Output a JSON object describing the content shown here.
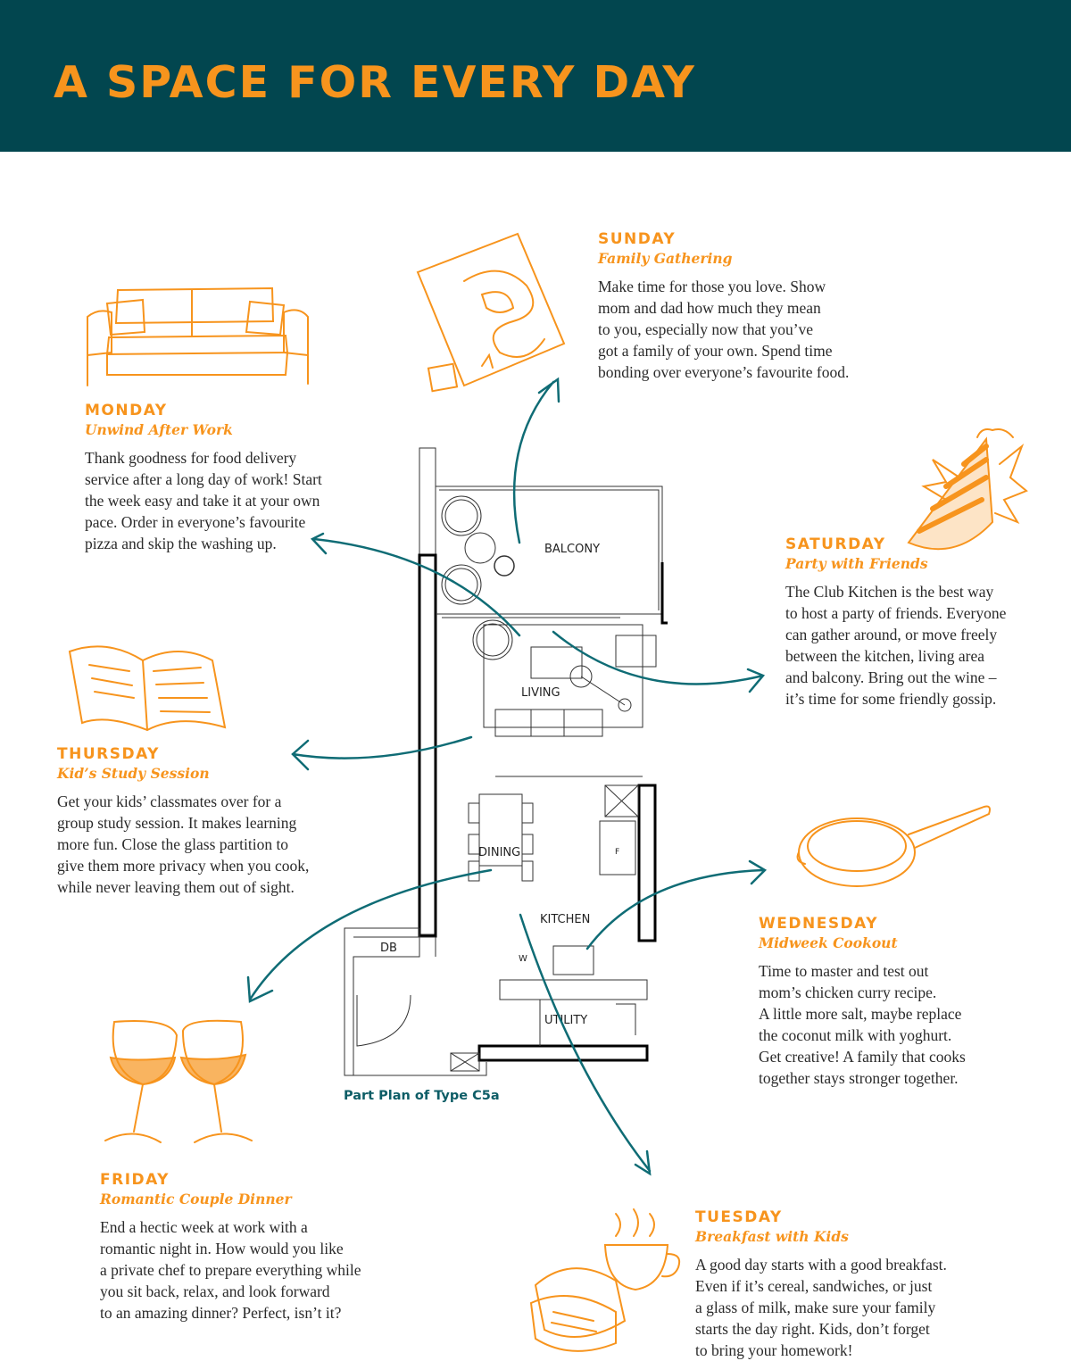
{
  "header": {
    "title": "A SPACE FOR EVERY DAY"
  },
  "colors": {
    "header_bg": "#02464f",
    "accent": "#f7941d",
    "arrow": "#0f6c75"
  },
  "days": [
    {
      "key": "sunday",
      "name": "SUNDAY",
      "subtitle": "Family Gathering",
      "icon": "board-game-icon",
      "lines": [
        "Make time for those you love. Show",
        "mom and dad how much they mean",
        "to you, especially now that you’ve",
        "got a family of your own. Spend time",
        "bonding over everyone’s favourite food."
      ]
    },
    {
      "key": "monday",
      "name": "MONDAY",
      "subtitle": "Unwind After Work",
      "icon": "sofa-icon",
      "lines": [
        "Thank goodness for food delivery",
        "service after a long day of work! Start",
        "the week easy and take it at your own",
        "pace. Order in everyone’s favourite",
        "pizza and skip the washing up."
      ]
    },
    {
      "key": "saturday",
      "name": "SATURDAY",
      "subtitle": "Party with Friends",
      "icon": "party-hat-icon",
      "lines": [
        "The Club Kitchen is the best way",
        "to host a party of friends. Everyone",
        "can gather around, or move freely",
        "between the kitchen, living area",
        "and balcony. Bring out the wine –",
        "it’s time for some friendly gossip."
      ]
    },
    {
      "key": "thursday",
      "name": "THURSDAY",
      "subtitle": "Kid’s Study Session",
      "icon": "open-book-icon",
      "lines": [
        "Get your kids’ classmates over for a",
        "group study session. It makes learning",
        "more fun. Close the glass partition to",
        "give them more privacy when you cook,",
        "while never leaving them out of sight."
      ]
    },
    {
      "key": "wednesday",
      "name": "WEDNESDAY",
      "subtitle": "Midweek Cookout",
      "icon": "frying-pan-icon",
      "lines": [
        "Time to master and test out",
        "mom’s chicken curry recipe.",
        "A little more salt, maybe replace",
        "the coconut milk with yoghurt.",
        "Get creative! A family that cooks",
        "together stays stronger together."
      ]
    },
    {
      "key": "friday",
      "name": "FRIDAY",
      "subtitle": "Romantic Couple Dinner",
      "icon": "wine-glasses-icon",
      "lines": [
        "End a hectic week at work with a",
        "romantic night in. How would you like",
        "a private chef to prepare everything while",
        "you sit back, relax, and look forward",
        "to an amazing dinner? Perfect, isn’t it?"
      ]
    },
    {
      "key": "tuesday",
      "name": "TUESDAY",
      "subtitle": "Breakfast with Kids",
      "icon": "breakfast-icon",
      "lines": [
        "A good day starts with a good breakfast.",
        "Even if it’s cereal, sandwiches, or just",
        "a glass of milk, make sure your family",
        "starts the day right. Kids, don’t forget",
        "to bring your homework!"
      ]
    }
  ],
  "plan": {
    "caption": "Part Plan of Type C5a",
    "rooms": {
      "balcony": "BALCONY",
      "living": "LIVING",
      "dining": "DINING",
      "kitchen": "KITCHEN",
      "db": "DB",
      "utility": "UTILITY",
      "fridge": "F",
      "washer": "W"
    }
  }
}
